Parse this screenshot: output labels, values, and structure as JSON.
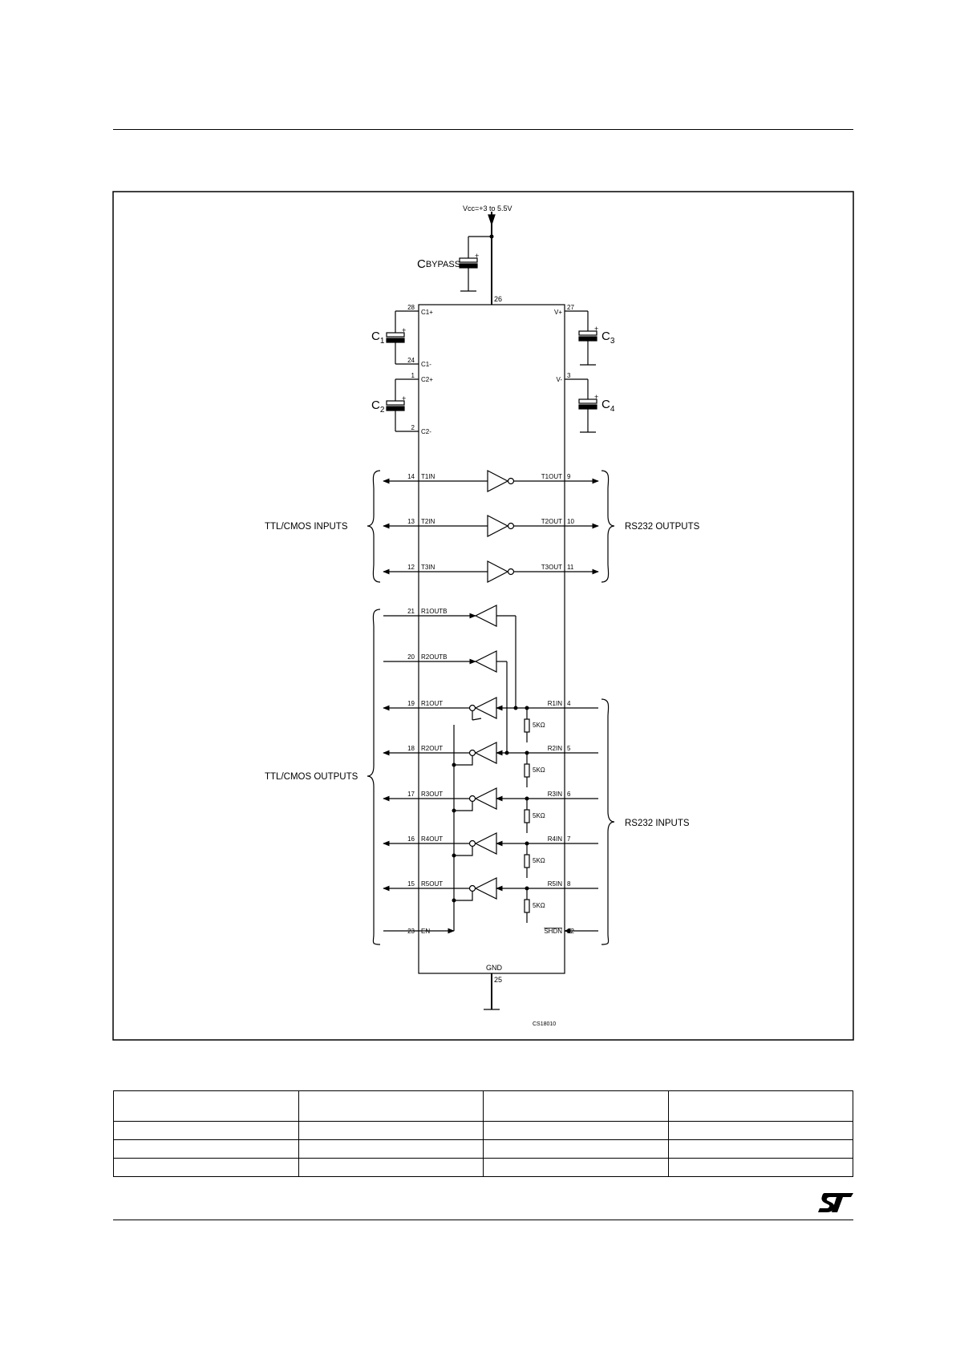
{
  "colors": {
    "ink": "#000000",
    "background": "#ffffff"
  },
  "supply": {
    "label": "Vcc=+3 to 5.5V",
    "pin": "26",
    "cap_main": "C",
    "cap_sub": "BYPASS"
  },
  "ic": {
    "gnd_label": "GND",
    "gnd_pin": "25",
    "pins_left": [
      {
        "pin": "28",
        "name": "C1+"
      },
      {
        "pin": "24",
        "name": "C1-"
      },
      {
        "pin": "1",
        "name": "C2+"
      },
      {
        "pin": "2",
        "name": "C2-"
      },
      {
        "pin": "14",
        "name": "T1IN"
      },
      {
        "pin": "13",
        "name": "T2IN"
      },
      {
        "pin": "12",
        "name": "T3IN"
      },
      {
        "pin": "21",
        "name": "R1OUTB"
      },
      {
        "pin": "20",
        "name": "R2OUTB"
      },
      {
        "pin": "19",
        "name": "R1OUT"
      },
      {
        "pin": "18",
        "name": "R2OUT"
      },
      {
        "pin": "17",
        "name": "R3OUT"
      },
      {
        "pin": "16",
        "name": "R4OUT"
      },
      {
        "pin": "15",
        "name": "R5OUT"
      },
      {
        "pin": "23",
        "name": "EN"
      }
    ],
    "pins_right": [
      {
        "pin": "27",
        "name": "V+"
      },
      {
        "pin": "3",
        "name": "V-"
      },
      {
        "pin": "9",
        "name": "T1OUT"
      },
      {
        "pin": "10",
        "name": "T2OUT"
      },
      {
        "pin": "11",
        "name": "T3OUT"
      },
      {
        "pin": "4",
        "name": "R1IN"
      },
      {
        "pin": "5",
        "name": "R2IN"
      },
      {
        "pin": "6",
        "name": "R3IN"
      },
      {
        "pin": "7",
        "name": "R4IN"
      },
      {
        "pin": "8",
        "name": "R5IN"
      },
      {
        "pin": "22",
        "name": "SHDN"
      }
    ]
  },
  "capacitors": {
    "c1": {
      "main": "C",
      "sub": "1"
    },
    "c2": {
      "main": "C",
      "sub": "2"
    },
    "c3": {
      "main": "C",
      "sub": "3"
    },
    "c4": {
      "main": "C",
      "sub": "4"
    }
  },
  "resistor_label": "5KΩ",
  "groups": {
    "ttl_inputs": "TTL/CMOS INPUTS",
    "rs232_outputs": "RS232 OUTPUTS",
    "ttl_outputs": "TTL/CMOS OUTPUTS",
    "rs232_inputs": "RS232 INPUTS"
  },
  "drawing_code": "CS18010",
  "table": {
    "rows": [
      [
        "",
        "",
        "",
        ""
      ],
      [
        "",
        "",
        "",
        ""
      ],
      [
        "",
        "",
        "",
        ""
      ],
      [
        "",
        "",
        "",
        ""
      ]
    ]
  }
}
